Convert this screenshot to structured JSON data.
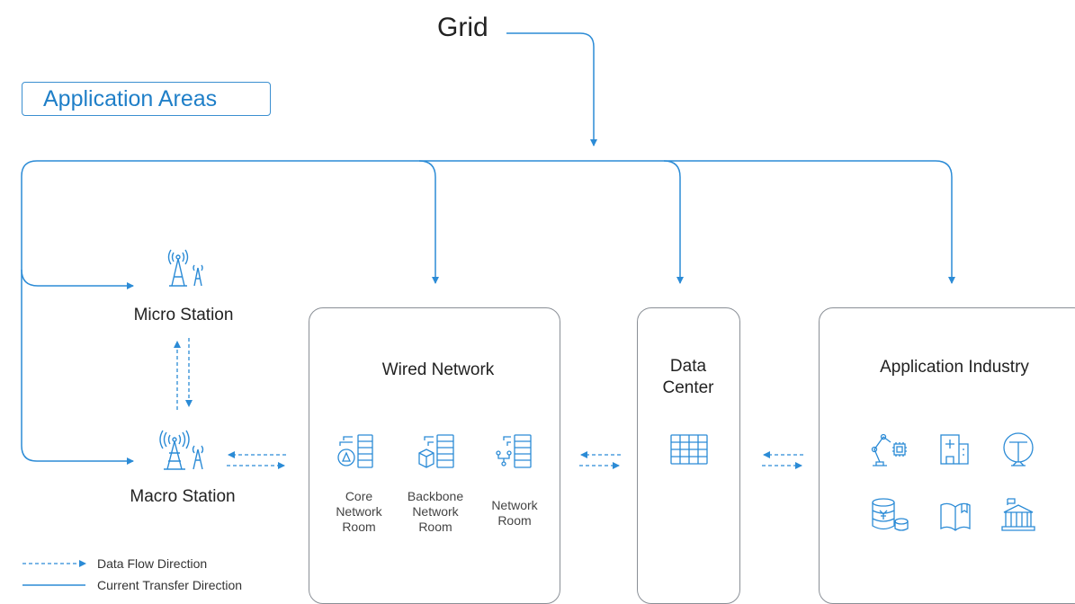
{
  "grid": {
    "label": "Grid"
  },
  "section": {
    "label": "Application Areas"
  },
  "stations": {
    "micro": {
      "label": "Micro Station"
    },
    "macro": {
      "label": "Macro Station"
    }
  },
  "wired_network": {
    "title": "Wired Network",
    "rooms": [
      {
        "label": "Core\nNetwork\nRoom",
        "icon": "core-network-room-icon"
      },
      {
        "label": "Backbone\nNetwork\nRoom",
        "icon": "backbone-network-room-icon"
      },
      {
        "label": "Network\nRoom",
        "icon": "network-room-icon"
      }
    ]
  },
  "data_center": {
    "title": "Data\nCenter",
    "icon": "server-rack-icon"
  },
  "application_industry": {
    "title": "Application Industry",
    "icons": [
      "robot-arm-icon",
      "hospital-icon",
      "rail-transit-icon",
      "finance-database-icon",
      "education-book-icon",
      "government-building-icon"
    ]
  },
  "legend": {
    "data_flow": "Data Flow Direction",
    "current_transfer": "Current Transfer Direction"
  },
  "colors": {
    "accent": "#1f7fc8",
    "line": "#2b8bd6",
    "panel_border": "#8a8f96",
    "text": "#222222"
  }
}
